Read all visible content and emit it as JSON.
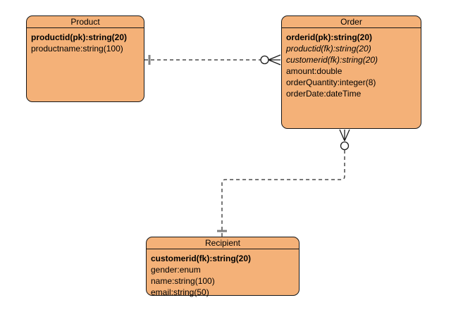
{
  "diagram": {
    "type": "entity-relationship",
    "background_color": "#ffffff",
    "entity_fill_color": "#f4b178",
    "entity_border_color": "#161616",
    "connector_color": "#4a4a4a",
    "cardinality_tick_color": "#808080",
    "line_style": "dashed"
  },
  "entities": [
    {
      "id": "product",
      "title": "Product",
      "attributes": [
        {
          "text": "productid(pk):string(20)",
          "style": "bold"
        },
        {
          "text": "productname:string(100)",
          "style": "normal"
        }
      ]
    },
    {
      "id": "order",
      "title": "Order",
      "attributes": [
        {
          "text": "orderid(pk):string(20)",
          "style": "bold"
        },
        {
          "text": "productid(fk):string(20)",
          "style": "italic"
        },
        {
          "text": "customerid(fk):string(20)",
          "style": "italic"
        },
        {
          "text": "amount:double",
          "style": "normal"
        },
        {
          "text": "orderQuantity:integer(8)",
          "style": "normal"
        },
        {
          "text": "orderDate:dateTime",
          "style": "normal"
        }
      ]
    },
    {
      "id": "recipient",
      "title": "Recipient",
      "attributes": [
        {
          "text": "customerid(fk):string(20)",
          "style": "bold"
        },
        {
          "text": "gender:enum",
          "style": "normal"
        },
        {
          "text": "name:string(100)",
          "style": "normal"
        },
        {
          "text": "email:string(50)",
          "style": "normal"
        }
      ]
    }
  ],
  "relationships": [
    {
      "from": "Product",
      "to": "Order",
      "from_cardinality": "one",
      "to_cardinality": "zero-or-many",
      "line_style": "dashed"
    },
    {
      "from": "Recipient",
      "to": "Order",
      "from_cardinality": "one",
      "to_cardinality": "zero-or-many",
      "line_style": "dashed"
    }
  ]
}
